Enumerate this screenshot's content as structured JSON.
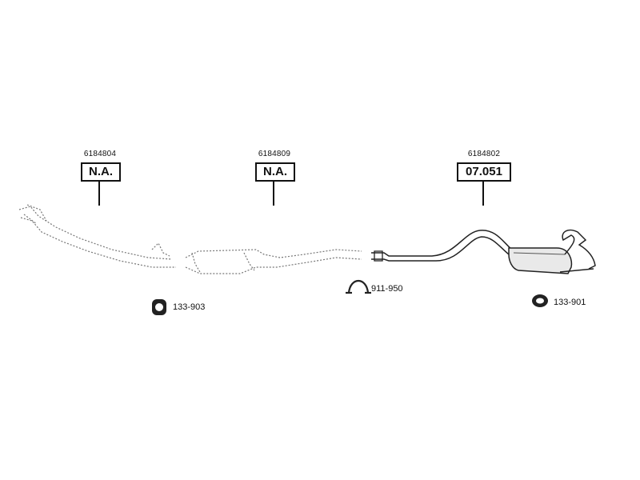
{
  "sections": [
    {
      "part_number": "6184804",
      "code": "N.A."
    },
    {
      "part_number": "6184809",
      "code": "N.A."
    },
    {
      "part_number": "6184802",
      "code": "07.051"
    }
  ],
  "accessories": [
    {
      "icon": "rubber-mount-icon",
      "label": "133-903"
    },
    {
      "icon": "pipe-clamp-icon",
      "label": "911-950"
    },
    {
      "icon": "rubber-ring-icon",
      "label": "133-901"
    }
  ]
}
